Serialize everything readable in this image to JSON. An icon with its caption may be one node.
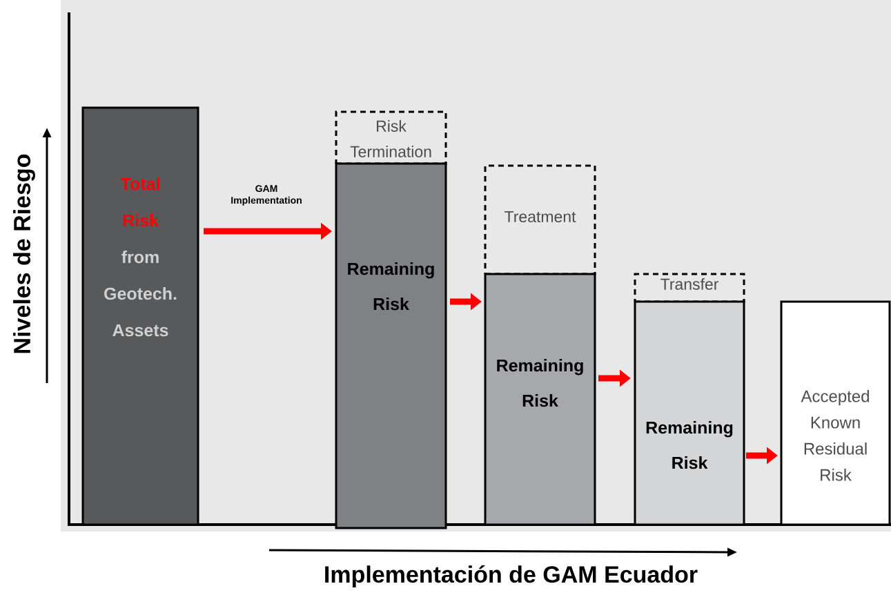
{
  "diagram": {
    "nodes": [
      {
        "text": [
          "Total Risk",
          "from Geotech. Assets"
        ]
      },
      {
        "text": [
          "Risk Termination"
        ]
      },
      {
        "text": [
          "Remaining Risk"
        ]
      },
      {
        "text": [
          "Treatment"
        ]
      },
      {
        "text": [
          "Remaining Risk"
        ]
      },
      {
        "text": [
          "Transfer"
        ]
      },
      {
        "text": [
          "Remaining Risk"
        ]
      },
      {
        "text": [
          "Accepted Known Residual Risk"
        ]
      }
    ],
    "edges": [
      {
        "from": 0,
        "to": 2,
        "arrow": "to",
        "label": "GAM Implementation"
      },
      {
        "from": 2,
        "to": 4,
        "arrow": "to"
      },
      {
        "from": 4,
        "to": 6,
        "arrow": "to"
      },
      {
        "from": 6,
        "to": 7,
        "arrow": "to"
      }
    ],
    "labels": [
      "Niveles de Riesgo",
      "Implementación de GAM Ecuador"
    ]
  }
}
